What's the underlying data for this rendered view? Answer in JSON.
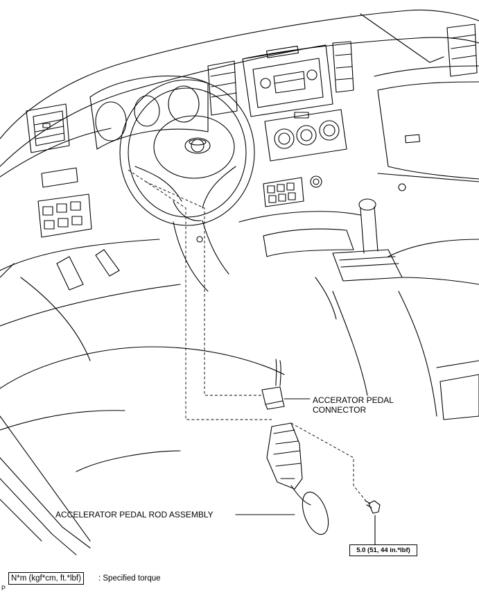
{
  "labels": {
    "connector_line1": "ACCERATOR PEDAL",
    "connector_line2": "CONNECTOR",
    "rod_assembly": "ACCELERATOR PEDAL ROD ASSEMBLY",
    "torque_value": "5.0 (51, 44 in.*lbf)"
  },
  "legend": {
    "unit_box": "N*m (kgf*cm, ft.*lbf)",
    "description": ": Specified torque"
  },
  "page_code": "P",
  "icons": [
    "steering-wheel-icon",
    "toyota-logo-icon",
    "bolt-icon",
    "pedal-icon",
    "connector-icon"
  ],
  "colors": {
    "line": "#000000",
    "background": "#ffffff"
  }
}
